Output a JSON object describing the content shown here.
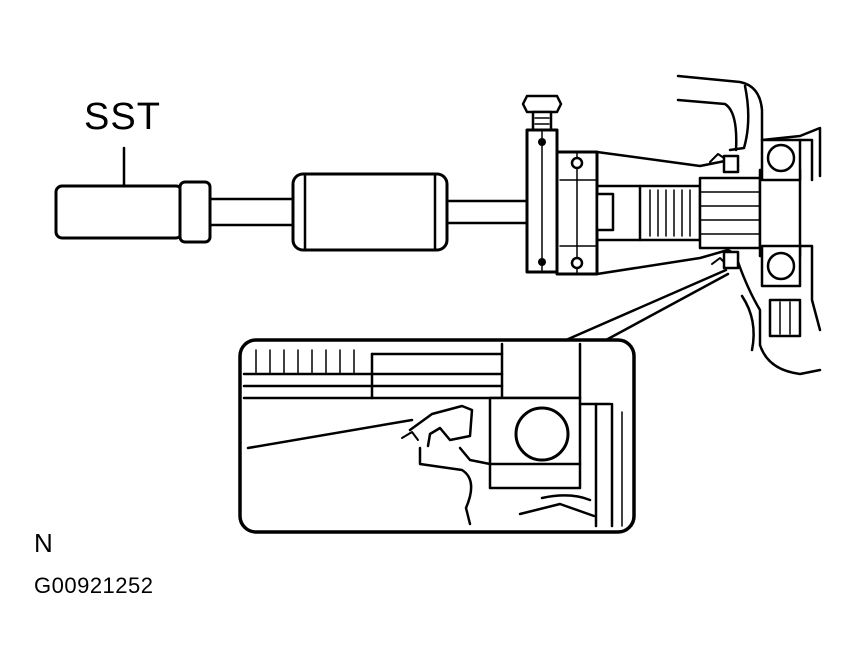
{
  "labels": {
    "tool": "SST",
    "note": "N",
    "figure_id": "G00921252"
  }
}
